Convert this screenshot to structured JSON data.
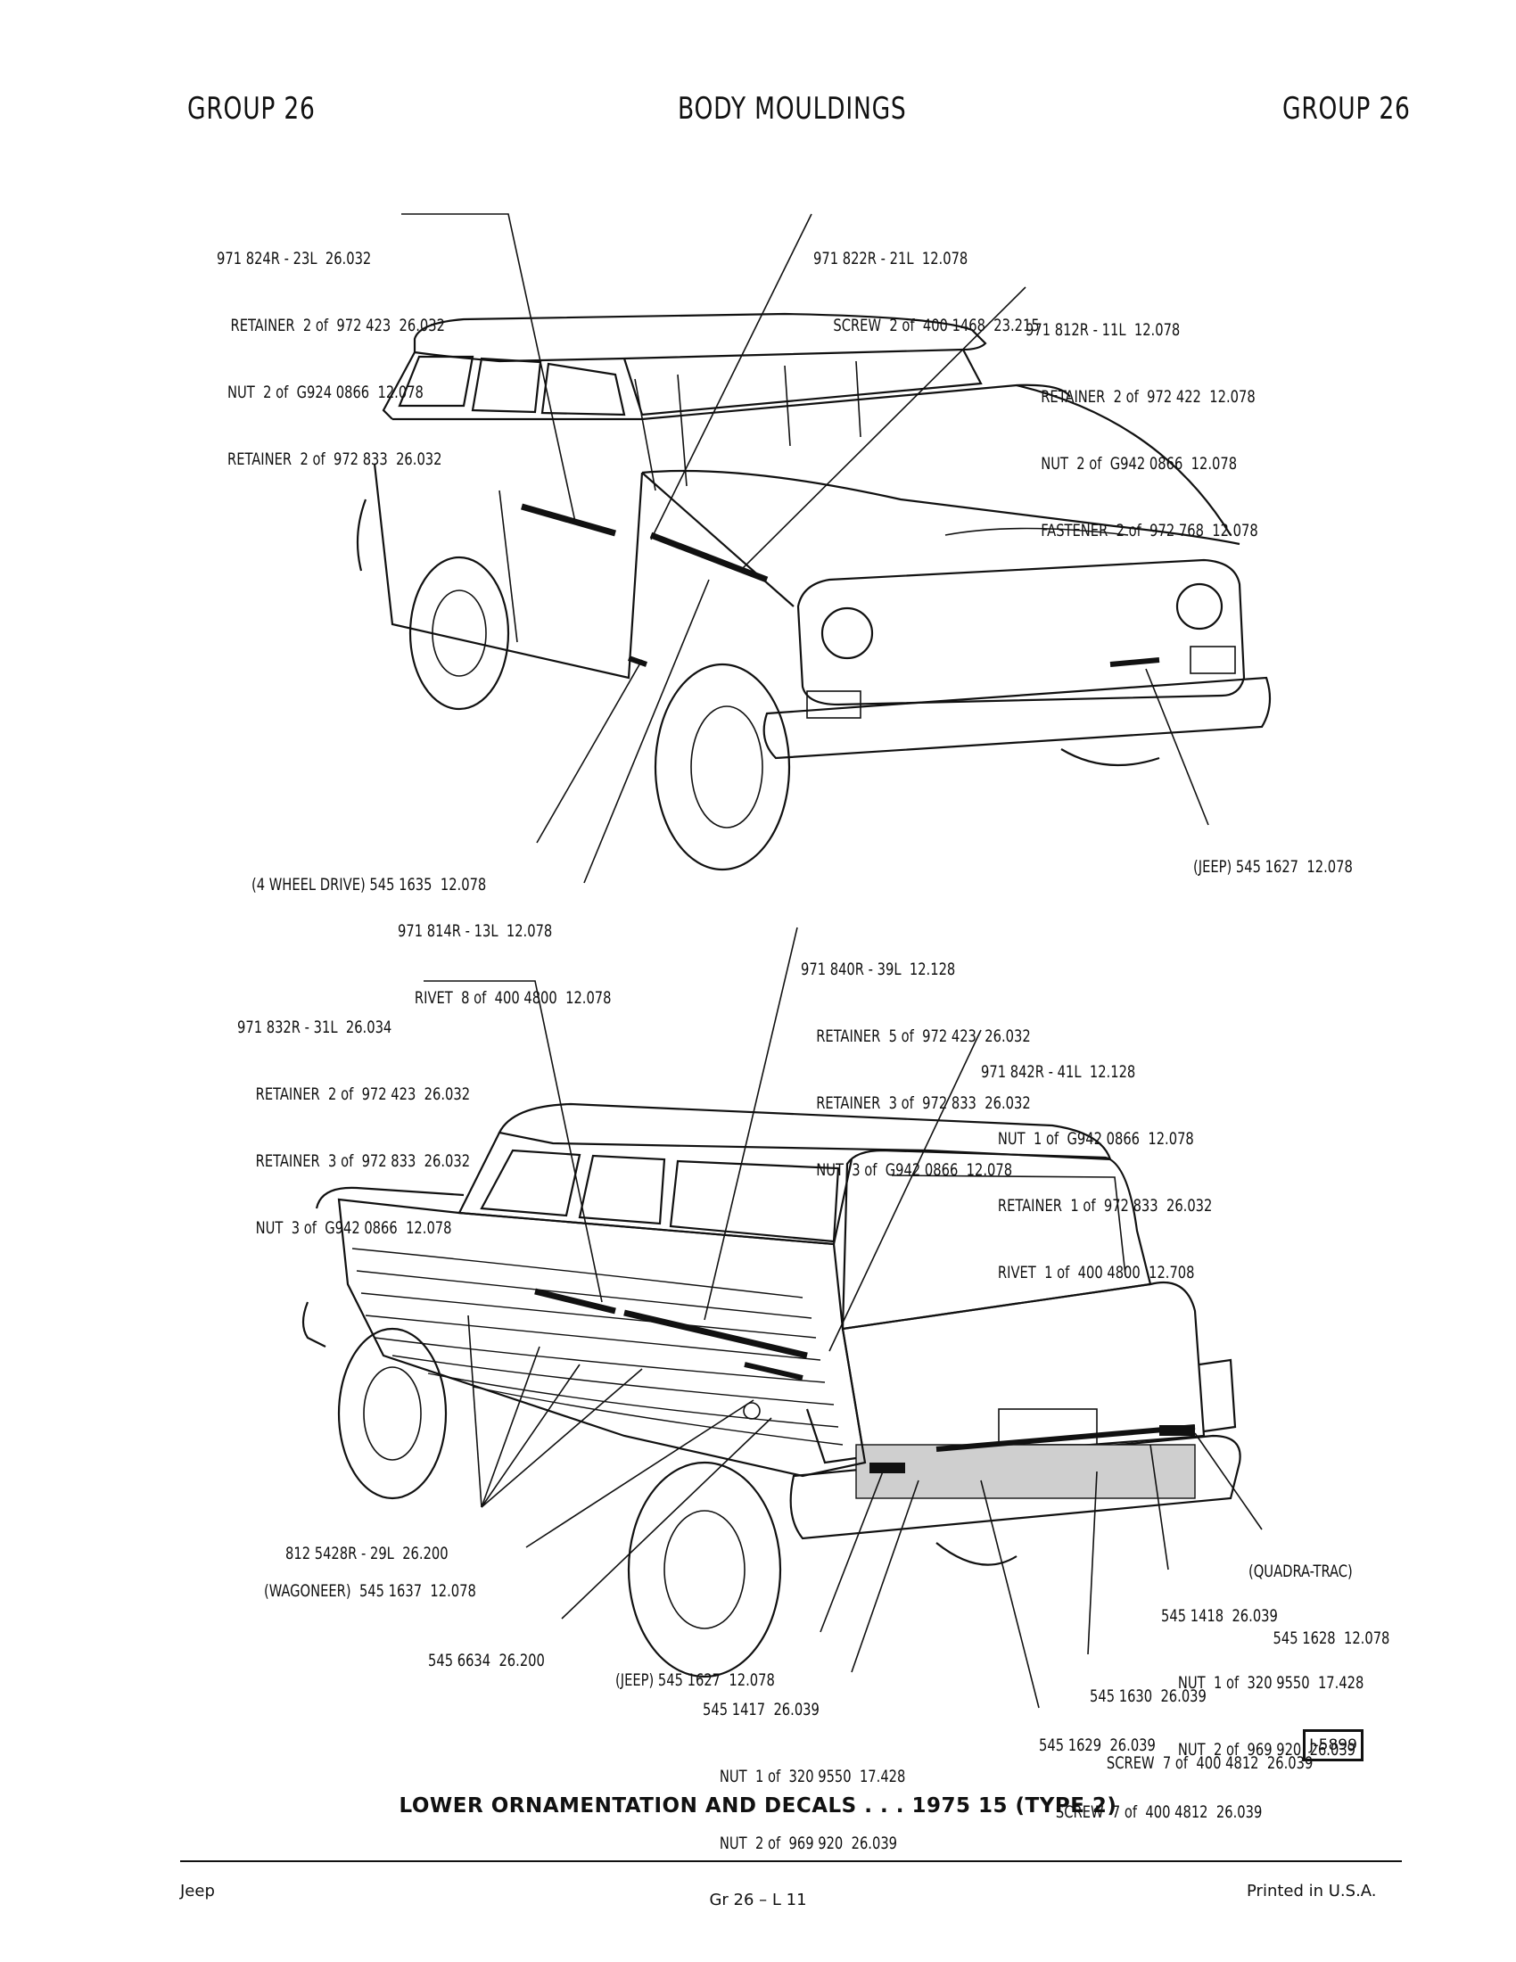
{
  "header": {
    "left": "GROUP 26",
    "center": "BODY MOULDINGS",
    "right": "GROUP 26"
  },
  "top_callouts": {
    "c1": [
      "971 824R - 23L  26.032",
      "RETAINER  2 of  972 423  26.032",
      "NUT  2 of  G924 0866  12.078",
      "RETAINER  2 of  972 833  26.032"
    ],
    "c2": [
      "971 822R - 21L  12.078",
      "SCREW  2 of  400 1468  23.215"
    ],
    "c3": [
      "971 812R - 11L  12.078",
      "RETAINER  2 of  972 422  12.078",
      "NUT  2 of  G942 0866  12.078",
      "FASTENER  2 of  972 768  12.078"
    ],
    "c4": [
      "(4 WHEEL DRIVE) 545 1635  12.078"
    ],
    "c5": [
      "(JEEP) 545 1627  12.078"
    ],
    "c6": [
      "971 814R - 13L  12.078",
      "RIVET  8 of  400 4800  12.078"
    ]
  },
  "bottom_callouts": {
    "c7": [
      "971 840R - 39L  12.128",
      "RETAINER  5 of  972 423  26.032",
      "RETAINER  3 of  972 833  26.032",
      "NUT  3 of  G942 0866  12.078"
    ],
    "c8": [
      "971 832R - 31L  26.034",
      "RETAINER  2 of  972 423  26.032",
      "RETAINER  3 of  972 833  26.032",
      "NUT  3 of  G942 0866  12.078"
    ],
    "c9": [
      "971 842R - 41L  12.128",
      "NUT  1 of  G942 0866  12.078",
      "RETAINER  1 of  972 833  26.032",
      "RIVET  1 of  400 4800  12.708"
    ],
    "c10": [
      "812 5428R - 29L  26.200"
    ],
    "c11": [
      "(WAGONEER)  545 1637  12.078"
    ],
    "c12": [
      "545 6634  26.200"
    ],
    "c13": [
      "(JEEP) 545 1627  12.078"
    ],
    "c14": [
      "545 1417  26.039",
      "NUT  1 of  320 9550  17.428",
      "NUT  2 of  969 920  26.039"
    ],
    "c15": [
      "(QUADRA-TRAC)",
      "545 1628  12.078"
    ],
    "c16": [
      "545 1418  26.039",
      "NUT  1 of  320 9550  17.428",
      "NUT  2 of  969 920  26.039"
    ],
    "c17": [
      "545 1630  26.039",
      "SCREW  7 of  400 4812  26.039"
    ],
    "c18": [
      "545 1629  26.039",
      "SCREW  7 of  400 4812  26.039"
    ]
  },
  "figure_number": "J-5899",
  "caption": "LOWER ORNAMENTATION AND DECALS . . . 1975  15  (TYPE 2)",
  "footer": {
    "left": "Jeep",
    "center": "Gr  26  –  L  11",
    "right": "Printed  in U.S.A."
  }
}
